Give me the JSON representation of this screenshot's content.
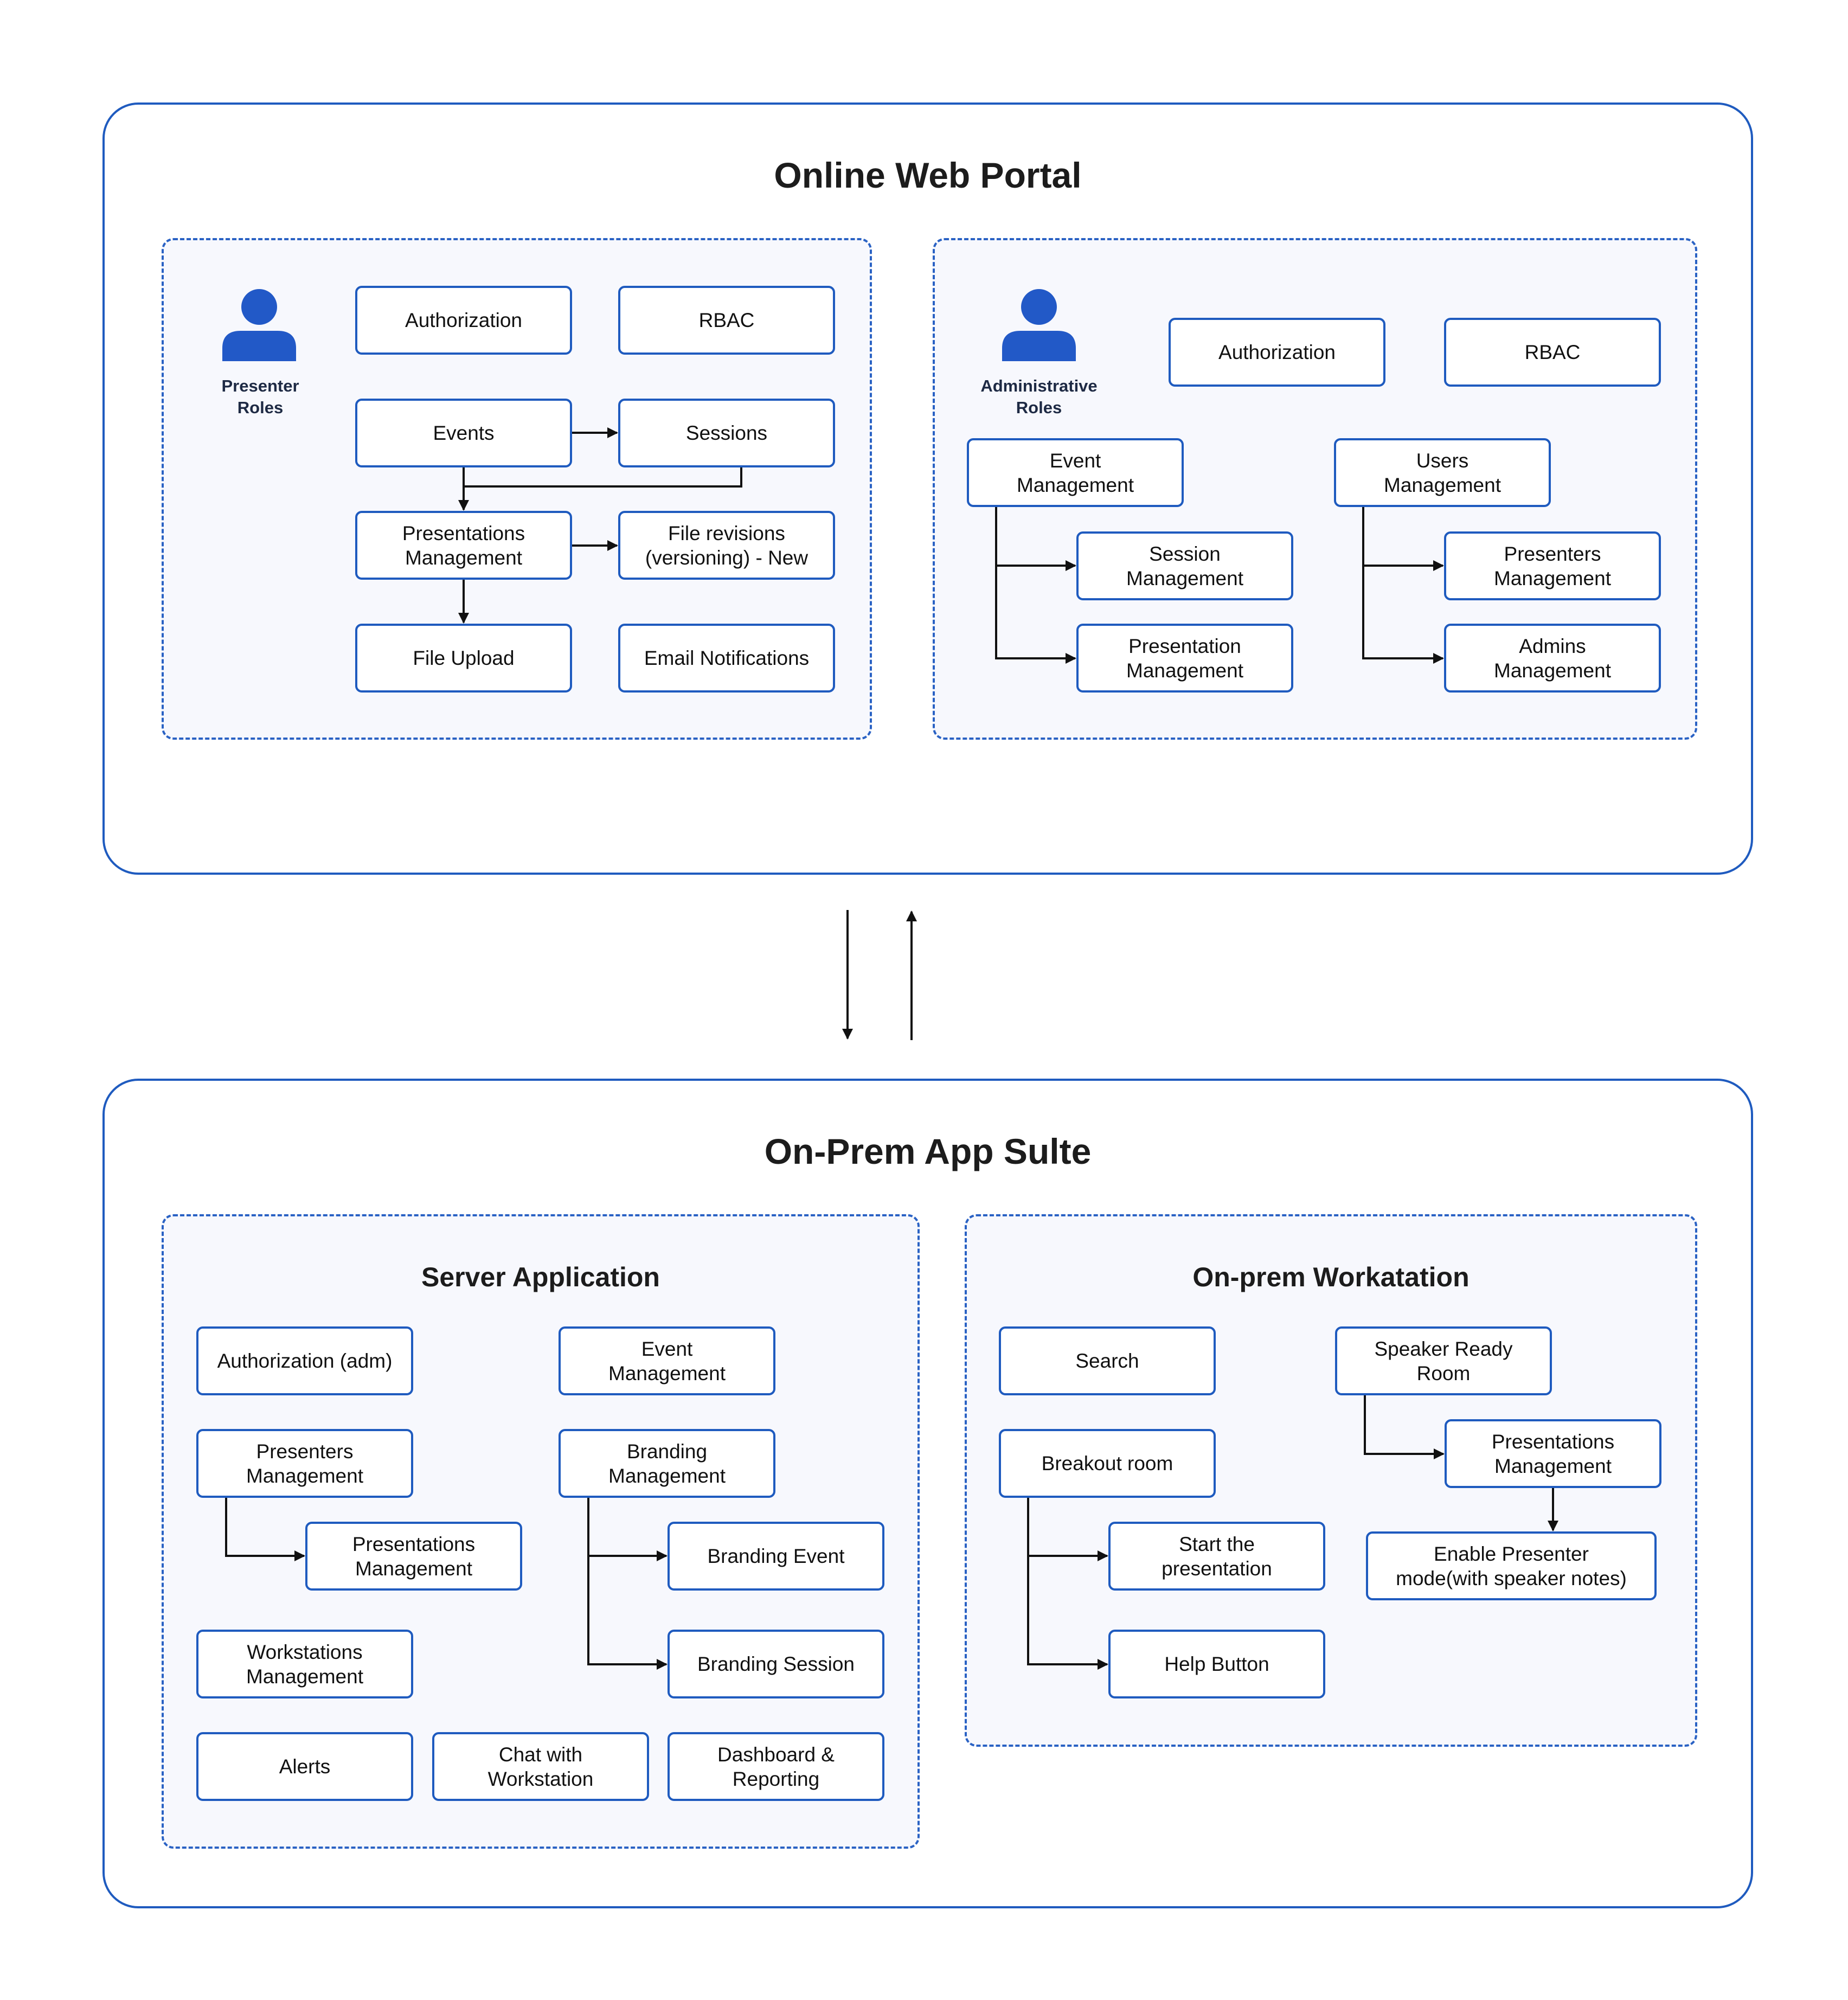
{
  "colors": {
    "accent": "#1f5bbf",
    "group_fill": "#f7f8fd",
    "person_icon": "#2259c7",
    "text": "#1c1c1c"
  },
  "online_portal": {
    "title": "Online Web Portal",
    "presenter": {
      "role_label": "Presenter\nRoles",
      "icon": "person-icon",
      "boxes": {
        "authorization": "Authorization",
        "rbac": "RBAC",
        "events": "Events",
        "sessions": "Sessions",
        "presentations": "Presentations\nManagement",
        "file_revisions": "File revisions\n(versioning) - New",
        "file_upload": "File Upload",
        "email": "Email Notifications"
      }
    },
    "admin": {
      "role_label": "Administrative\nRoles",
      "icon": "person-icon",
      "boxes": {
        "authorization": "Authorization",
        "rbac": "RBAC",
        "event_mgmt": "Event\nManagement",
        "users_mgmt": "Users\nManagement",
        "session_mgmt": "Session\nManagement",
        "presentation_mgmt": "Presentation\nManagement",
        "presenters_mgmt": "Presenters\nManagement",
        "admins_mgmt": "Admins\nManagement"
      }
    }
  },
  "onprem": {
    "title": "On-Prem App Sulte",
    "server": {
      "title": "Server Application",
      "boxes": {
        "authorization": "Authorization (adm)",
        "event_mgmt": "Event\nManagement",
        "presenters_mgmt": "Presenters\nManagement",
        "branding_mgmt": "Branding\nManagement",
        "presentations_mgmt": "Presentations\nManagement",
        "branding_event": "Branding Event",
        "workstations_mgmt": "Workstations\nManagement",
        "branding_session": "Branding Session",
        "alerts": "Alerts",
        "chat": "Chat with\nWorkstation",
        "dashboard": "Dashboard &\nReporting"
      }
    },
    "workstation": {
      "title": "On-prem Workatation",
      "boxes": {
        "search": "Search",
        "speaker_ready": "Speaker Ready\nRoom",
        "presentations_mgmt": "Presentations\nManagement",
        "breakout": "Breakout room",
        "start": "Start the\npresentation",
        "enable_presenter": "Enable Presenter\nmode(with speaker notes)",
        "help": "Help Button"
      }
    }
  }
}
